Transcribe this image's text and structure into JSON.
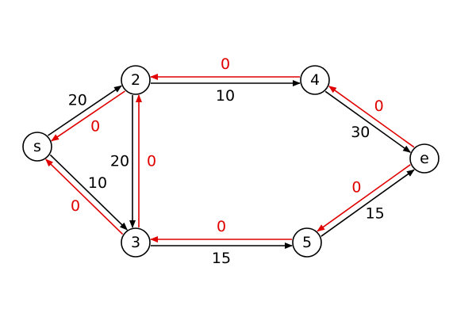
{
  "diagram": {
    "colors": {
      "forward": "#000000",
      "residual": "#e00000"
    },
    "nodes": [
      {
        "id": "s",
        "label": "s"
      },
      {
        "id": "2",
        "label": "2"
      },
      {
        "id": "3",
        "label": "3"
      },
      {
        "id": "4",
        "label": "4"
      },
      {
        "id": "5",
        "label": "5"
      },
      {
        "id": "e",
        "label": "e"
      }
    ],
    "edges": [
      {
        "id": "s-2",
        "from": "s",
        "to": "2",
        "kind": "forward",
        "label": "20"
      },
      {
        "id": "2-s",
        "from": "2",
        "to": "s",
        "kind": "residual",
        "label": "0"
      },
      {
        "id": "s-3",
        "from": "s",
        "to": "3",
        "kind": "forward",
        "label": "10"
      },
      {
        "id": "3-s",
        "from": "3",
        "to": "s",
        "kind": "residual",
        "label": "0"
      },
      {
        "id": "2-3",
        "from": "2",
        "to": "3",
        "kind": "forward",
        "label": "20"
      },
      {
        "id": "3-2",
        "from": "3",
        "to": "2",
        "kind": "residual",
        "label": "0"
      },
      {
        "id": "2-4",
        "from": "2",
        "to": "4",
        "kind": "forward",
        "label": "10"
      },
      {
        "id": "4-2",
        "from": "4",
        "to": "2",
        "kind": "residual",
        "label": "0"
      },
      {
        "id": "3-5",
        "from": "3",
        "to": "5",
        "kind": "forward",
        "label": "15"
      },
      {
        "id": "5-3",
        "from": "5",
        "to": "3",
        "kind": "residual",
        "label": "0"
      },
      {
        "id": "4-e",
        "from": "4",
        "to": "e",
        "kind": "forward",
        "label": "30"
      },
      {
        "id": "e-4",
        "from": "e",
        "to": "4",
        "kind": "residual",
        "label": "0"
      },
      {
        "id": "5-e",
        "from": "5",
        "to": "e",
        "kind": "forward",
        "label": "15"
      },
      {
        "id": "e-5",
        "from": "e",
        "to": "5",
        "kind": "residual",
        "label": "0"
      }
    ]
  }
}
